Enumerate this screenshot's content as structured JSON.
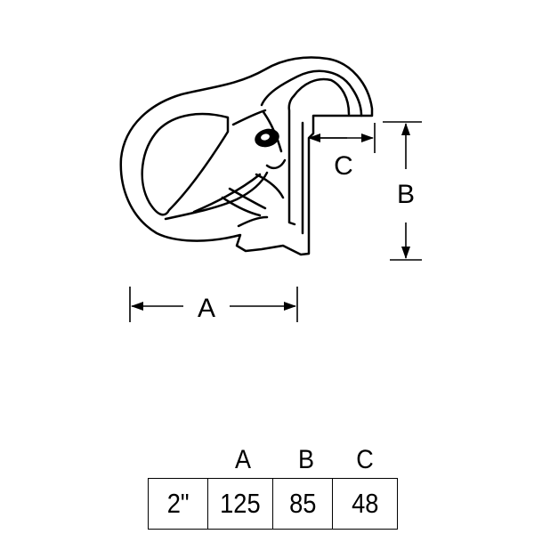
{
  "diagram": {
    "dimension_labels": {
      "a": "A",
      "b": "B",
      "c": "C"
    }
  },
  "spec_table": {
    "headers": [
      "A",
      "B",
      "C"
    ],
    "row": {
      "size": "2\"",
      "a": "125",
      "b": "85",
      "c": "48"
    }
  }
}
